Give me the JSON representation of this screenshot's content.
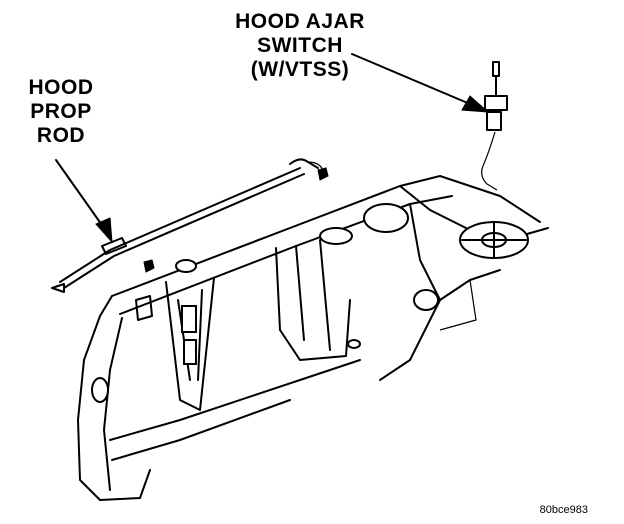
{
  "labels": {
    "hood_ajar_switch": [
      "HOOD AJAR",
      "SWITCH",
      "(W/VTSS)"
    ],
    "hood_prop_rod": [
      "HOOD",
      "PROP",
      "ROD"
    ]
  },
  "figure_id": "80bce983"
}
